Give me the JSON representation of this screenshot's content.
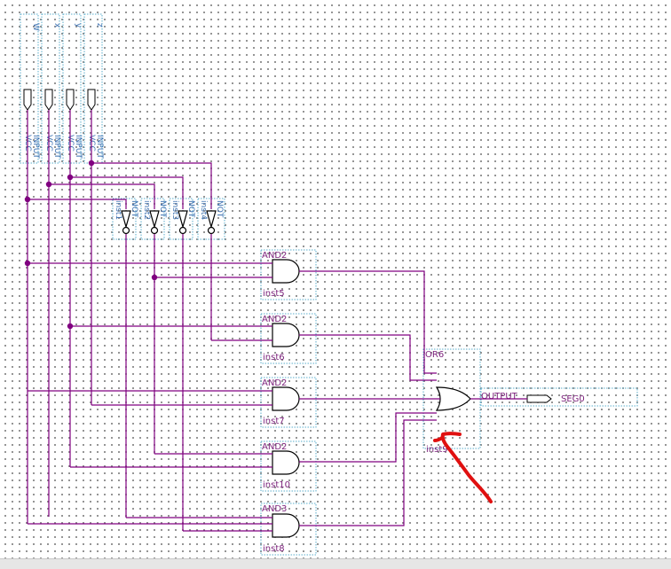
{
  "inputs": [
    {
      "name": "W",
      "pin_type": "INPUT",
      "vcc": "VCC"
    },
    {
      "name": "x",
      "pin_type": "INPUT",
      "vcc": "VCC"
    },
    {
      "name": "y",
      "pin_type": "INPUT",
      "vcc": "VCC"
    },
    {
      "name": "z",
      "pin_type": "INPUT",
      "vcc": "VCC"
    }
  ],
  "not_gates": [
    {
      "inst": "inst1",
      "type": "NOT"
    },
    {
      "inst": "inst2",
      "type": "NOT"
    },
    {
      "inst": "inst3",
      "type": "NOT"
    },
    {
      "inst": "inst4",
      "type": "NOT"
    }
  ],
  "and_gates": [
    {
      "type": "AND2",
      "inst": "inst5"
    },
    {
      "type": "AND2",
      "inst": "inst6"
    },
    {
      "type": "AND2",
      "inst": "inst7"
    },
    {
      "type": "AND2",
      "inst": "inst10"
    },
    {
      "type": "AND3",
      "inst": "inst8"
    }
  ],
  "or_gate": {
    "type": "OR6",
    "inst": "inst9"
  },
  "output": {
    "pin_type": "OUTPUT",
    "name": "SEG0"
  },
  "colors": {
    "wire": "#800080",
    "symbol_border": "#5aaecc",
    "annotation": "#e01010"
  }
}
